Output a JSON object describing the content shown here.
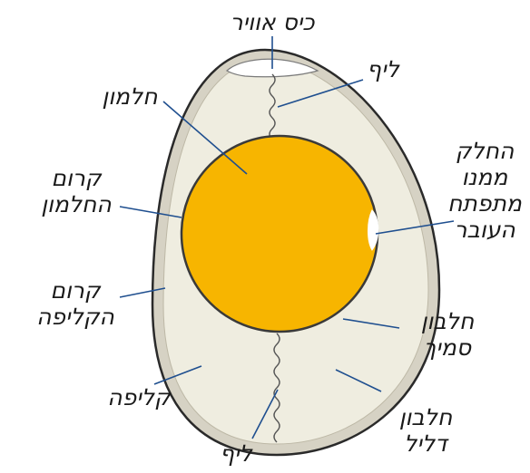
{
  "diagram": {
    "colors": {
      "shell": "#d6d2c4",
      "shell_outline": "#2a2a2a",
      "white": "#efede0",
      "yolk": "#f7b500",
      "yolk_outline": "#3a3a3a",
      "air_cell": "#ffffff",
      "leader": "#1f4f8f"
    },
    "labels": {
      "air_cell": "כיס אוויר",
      "chalaza_top": "ליף",
      "chalaza_bottom": "ליף",
      "yolk": "חלמון",
      "yolk_membrane": [
        "קרום",
        "החלמון"
      ],
      "germinal_disc": [
        "החלק",
        "ממנו",
        "מתפתח",
        "העובר"
      ],
      "shell_membrane": [
        "קרום",
        "הקליפה"
      ],
      "thick_albumen": [
        "חלבון",
        "סמיך"
      ],
      "shell": "קליפה",
      "thin_albumen": [
        "חלבון",
        "דליל"
      ]
    }
  }
}
